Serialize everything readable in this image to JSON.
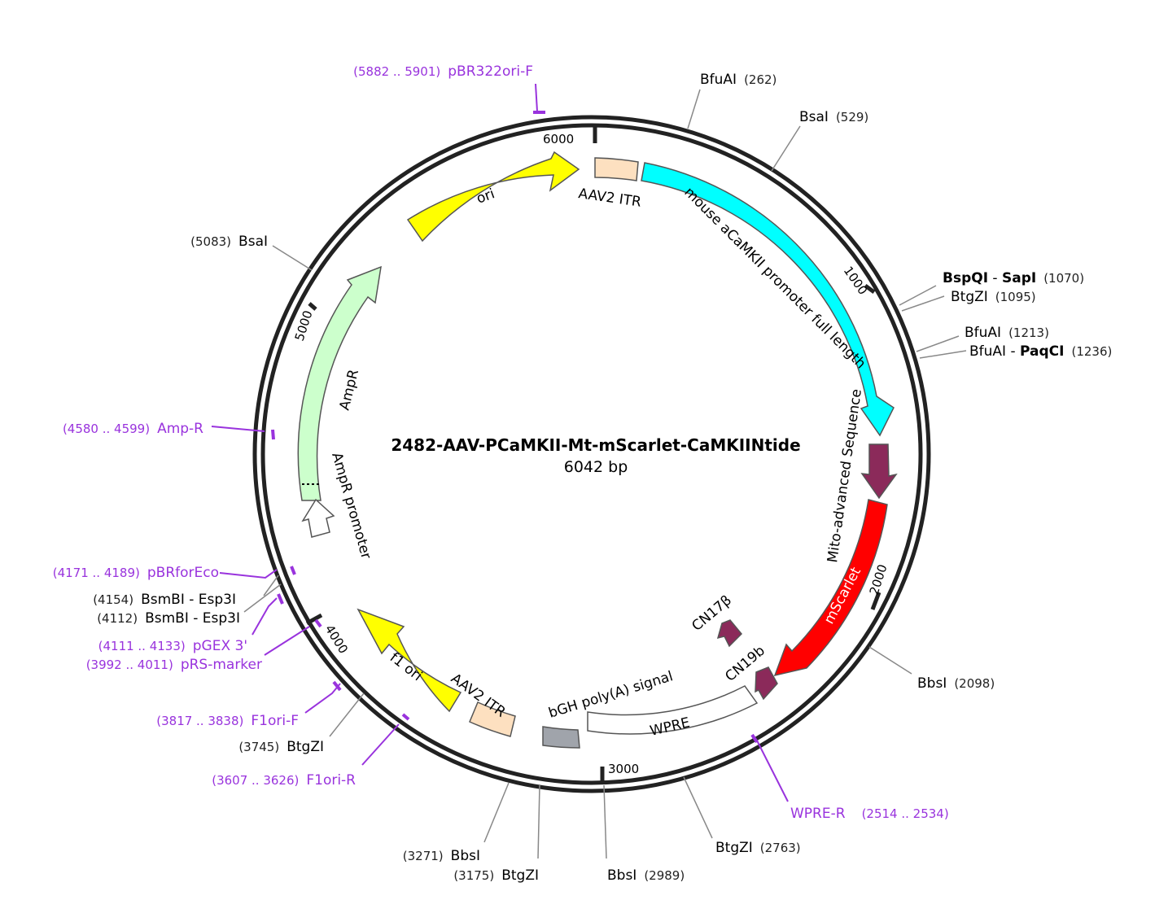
{
  "plasmid": {
    "name": "2482-AAV-PCaMKII-Mt-mScarlet-CaMKIINtide",
    "length_label": "6042 bp"
  },
  "ticks": {
    "t1000": "1000",
    "t2000": "2000",
    "t3000": "3000",
    "t4000": "4000",
    "t5000": "5000",
    "t6000": "6000"
  },
  "features": {
    "ori": "ori",
    "aav2_itr_top": "AAV2 ITR",
    "camkii_promoter": "mouse aCaMKII promoter full length",
    "mito_sequence": "Mito-advanced Sequence",
    "mscarlet": "mScarlet",
    "cn17b": "CN17β",
    "cn19b": "CN19b",
    "wpre": "WPRE",
    "bgh": "bGH poly(A) signal",
    "aav2_itr_bottom": "AAV2 ITR",
    "f1_ori": "f1 ori",
    "ampr": "AmpR",
    "ampr_promoter": "AmpR promoter"
  },
  "feature_colors": {
    "ori": "#ffff00",
    "aav2_itr": "#fde0c0",
    "camkii_promoter": "#00ffff",
    "mito_sequence": "#8b2a5a",
    "mscarlet": "#ff0000",
    "cn": "#8b2a5a",
    "wpre": "#ffffff",
    "bgh": "#a0a4ab",
    "f1_ori": "#ffff00",
    "ampr": "#ccffcc",
    "ampr_promoter": "#ffffff",
    "primer": "#9933dd"
  },
  "sites": {
    "bfuai_262": {
      "name": "BfuAI",
      "pos": "(262)"
    },
    "bsai_529": {
      "name": "BsaI",
      "pos": "(529)"
    },
    "bspqi_1070": {
      "name_a": "BspQI",
      "sep": " - ",
      "name_b": "SapI",
      "pos": "(1070)"
    },
    "btgzi_1095": {
      "name": "BtgZI",
      "pos": "(1095)"
    },
    "bfuai_1213": {
      "name": "BfuAI",
      "pos": "(1213)"
    },
    "bfuai_1236": {
      "name_a": "BfuAI",
      "sep": " - ",
      "name_b": "PaqCI",
      "pos": "(1236)"
    },
    "bbsi_2098": {
      "name": "BbsI",
      "pos": "(2098)"
    },
    "btgzi_2763": {
      "name": "BtgZI",
      "pos": "(2763)"
    },
    "bbsi_2989": {
      "name": "BbsI",
      "pos": "(2989)"
    },
    "btgzi_3175": {
      "name": "BtgZI",
      "pos": "(3175)"
    },
    "bbsi_3271": {
      "name": "BbsI",
      "pos": "(3271)"
    },
    "btgzi_3745": {
      "name": "BtgZI",
      "pos": "(3745)"
    },
    "bsmbi_4112": {
      "name": "BsmBI - Esp3I",
      "pos": "(4112)"
    },
    "bsmbi_4154": {
      "name": "BsmBI - Esp3I",
      "pos": "(4154)"
    },
    "bsai_5083": {
      "name": "BsaI",
      "pos": "(5083)"
    }
  },
  "primers": {
    "pbr322ori_f": {
      "name": "pBR322ori-F",
      "pos": "(5882 .. 5901)"
    },
    "amp_r": {
      "name": "Amp-R",
      "pos": "(4580 .. 4599)"
    },
    "pbrforeco": {
      "name": "pBRforEco",
      "pos": "(4171 .. 4189)"
    },
    "pgex3": {
      "name": "pGEX 3'",
      "pos": "(4111 .. 4133)"
    },
    "prs_marker": {
      "name": "pRS-marker",
      "pos": "(3992 .. 4011)"
    },
    "f1ori_f": {
      "name": "F1ori-F",
      "pos": "(3817 .. 3838)"
    },
    "f1ori_r": {
      "name": "F1ori-R",
      "pos": "(3607 .. 3626)"
    },
    "wpre_r": {
      "name": "WPRE-R",
      "pos": "(2514 .. 2534)"
    }
  }
}
